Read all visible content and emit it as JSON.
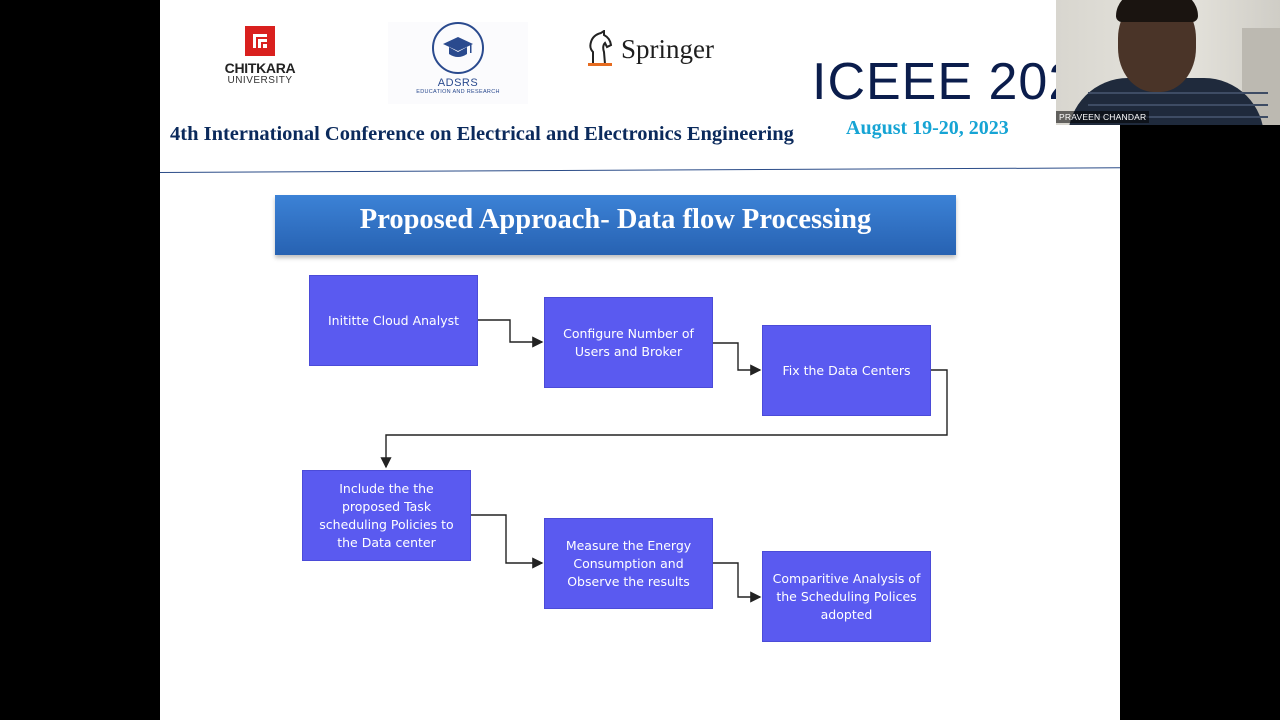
{
  "header": {
    "chitkara_name": "CHITKARA",
    "chitkara_sub": "UNIVERSITY",
    "adsrs_name": "ADSRS",
    "adsrs_sub": "EDUCATION AND RESEARCH",
    "springer_name": "Springer",
    "conference_short": "ICEEE 2023",
    "conference_title": "4th International Conference on Electrical and Electronics Engineering",
    "conference_dates": "August 19-20, 2023"
  },
  "slide": {
    "title": "Proposed Approach- Data flow Processing",
    "flow_steps": [
      "Inititte  Cloud Analyst",
      "Configure Number of Users and Broker",
      "Fix the Data Centers",
      "Include the the proposed Task scheduling Policies to the Data center",
      "Measure the Energy Consumption and Observe the results",
      "Comparitive Analysis of the Scheduling Polices adopted"
    ],
    "box_color": "#5a5af0",
    "title_bar_color": "#2f6fc4"
  },
  "webcam": {
    "participant_name": "PRAVEEN CHANDAR"
  }
}
